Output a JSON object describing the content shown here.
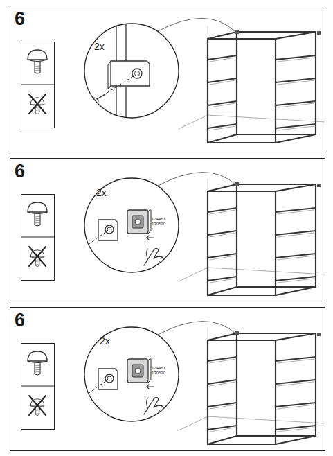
{
  "diagram": {
    "labels": [
      "6",
      "2x",
      "6",
      "2x",
      "124461",
      "130520",
      "6",
      "2x",
      "124461",
      "130520"
    ]
  }
}
